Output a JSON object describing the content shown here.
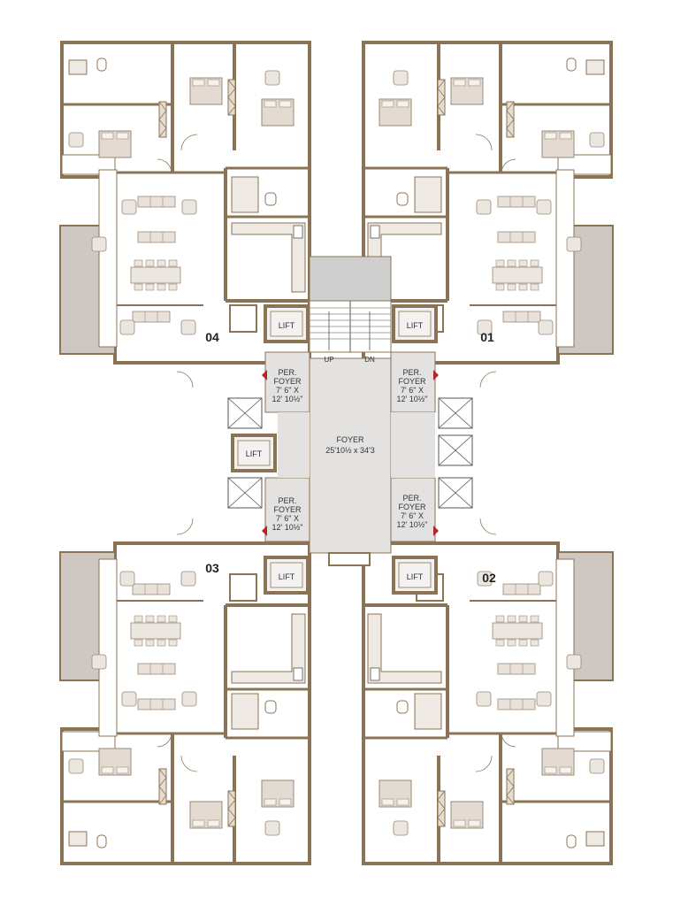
{
  "units": {
    "u1": "01",
    "u2": "02",
    "u3": "03",
    "u4": "04"
  },
  "lift": "LIFT",
  "per_foyer": {
    "l1": "PER.",
    "l2": "FOYER",
    "l3": "7' 6\" X",
    "l4": "12' 10½\""
  },
  "foyer": {
    "name": "FOYER",
    "size": "25'10½ x 34'3"
  },
  "stair": {
    "up": "UP",
    "dn": "DN"
  },
  "colors": {
    "wall": "#8b7355",
    "floor": "#ffffff",
    "foyer": "#e4e2e1",
    "balcony": "#cfc8c2",
    "furniture": "#e8e2da",
    "stairs": "#cfcfcf"
  }
}
